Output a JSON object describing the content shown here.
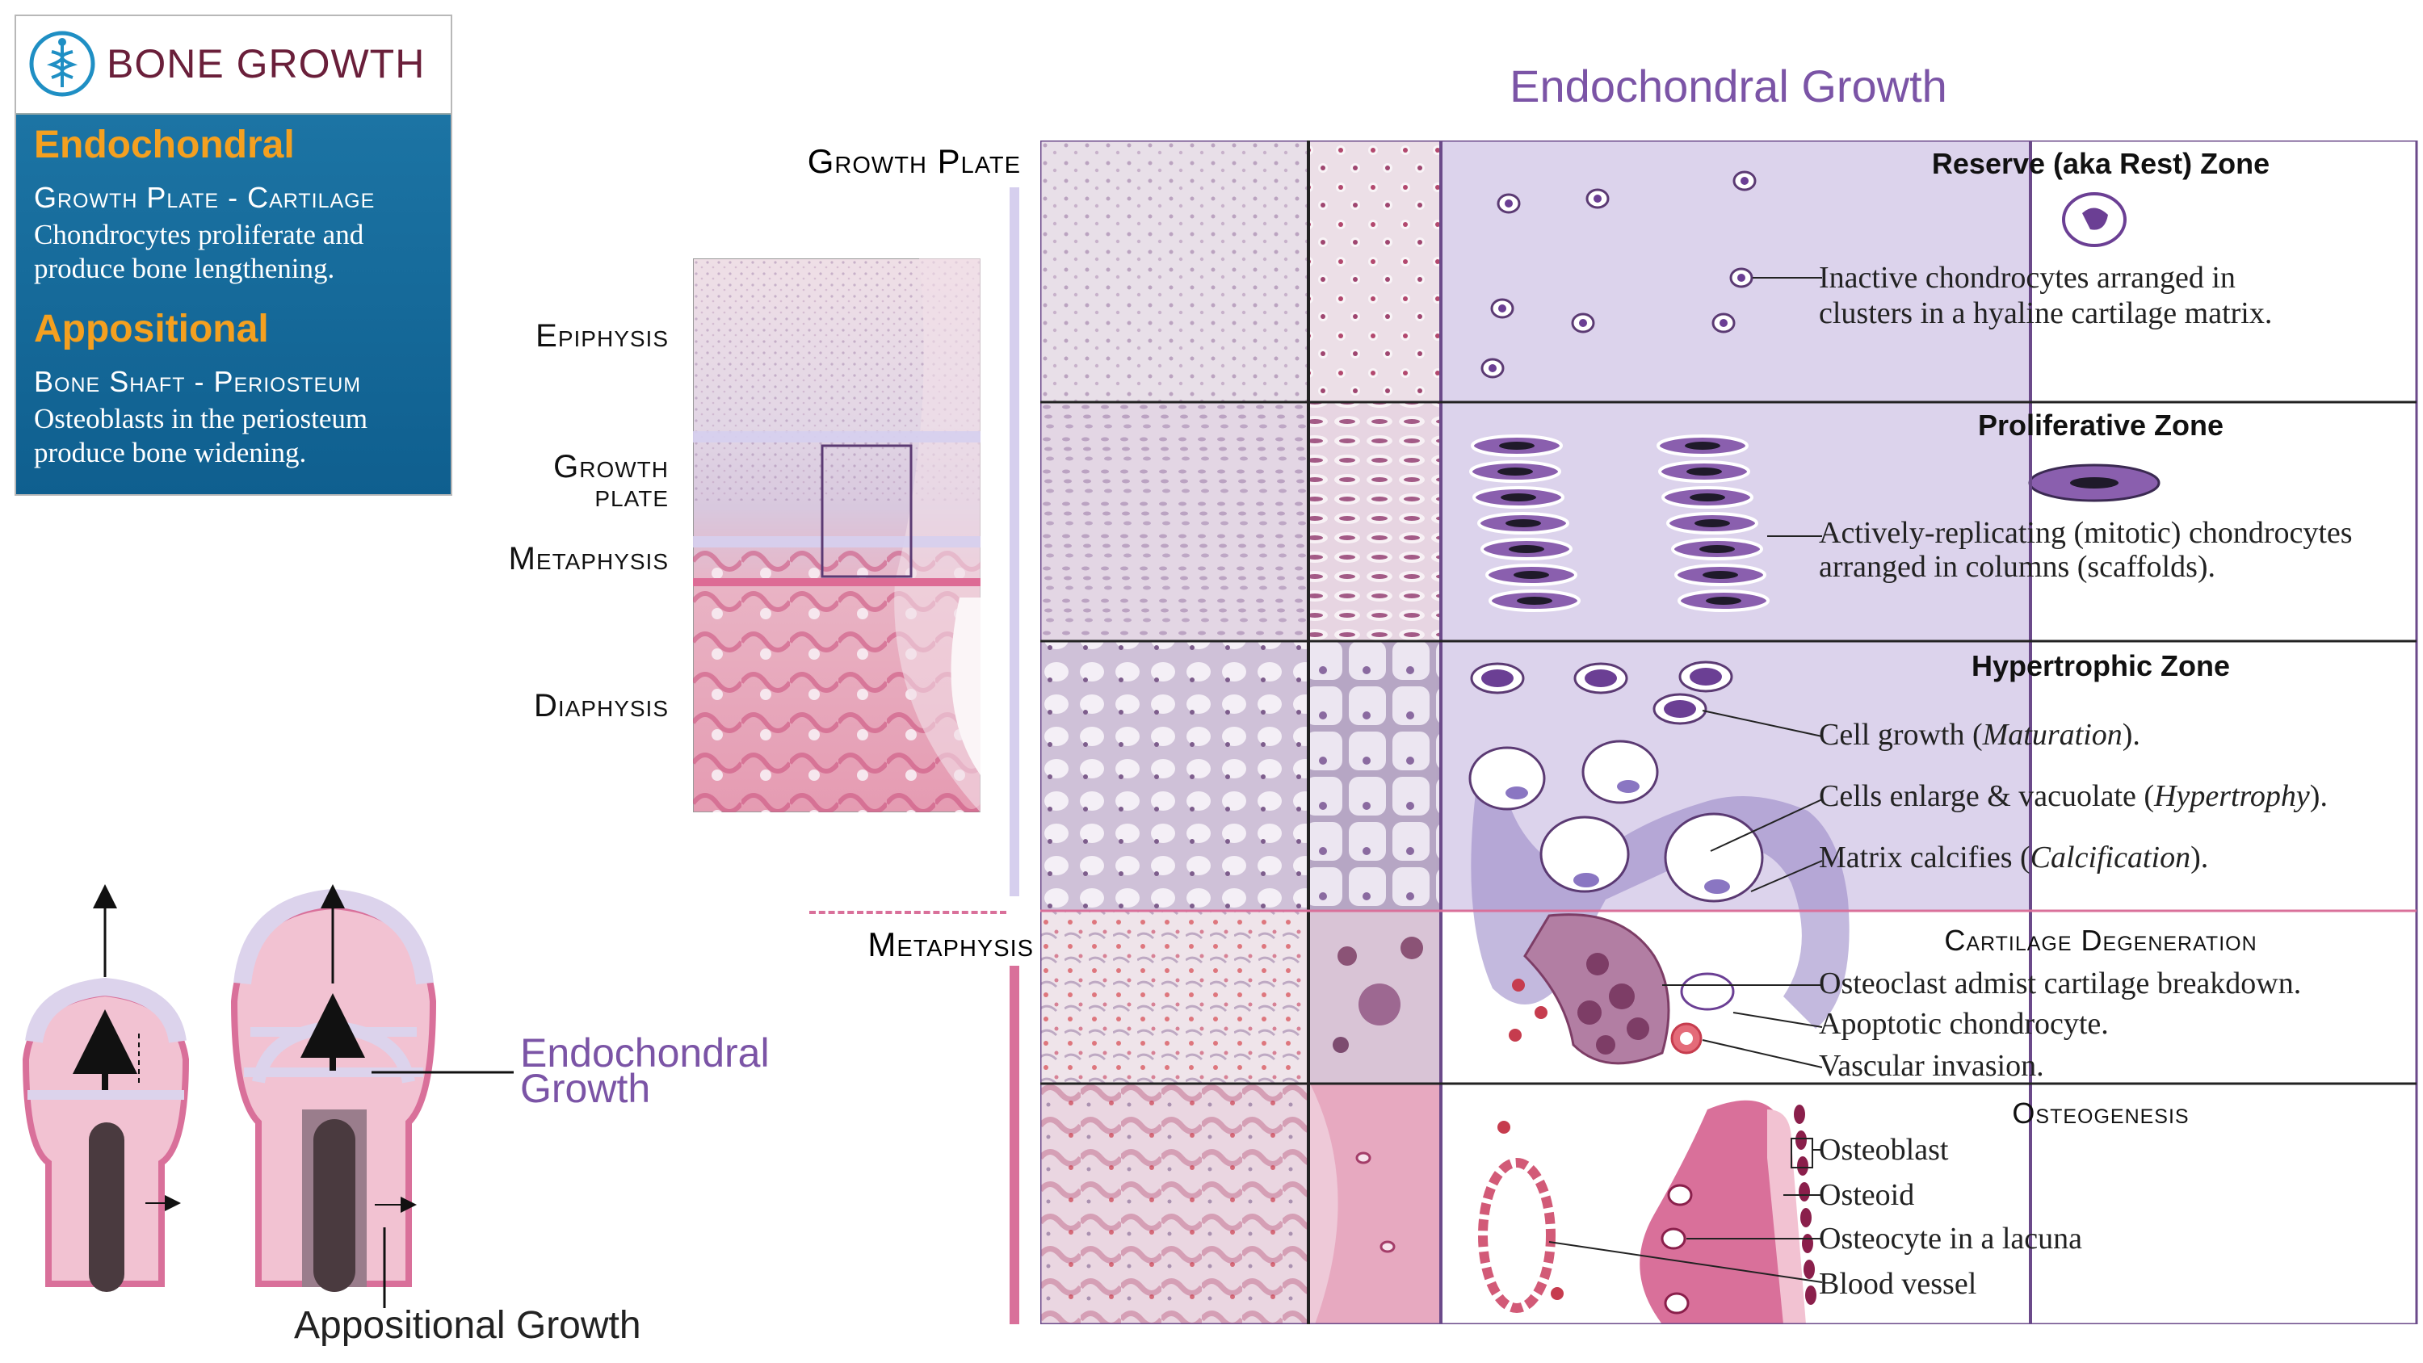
{
  "card": {
    "title": "BONE GROWTH",
    "endo_heading": "Endochondral",
    "endo_sub": "Growth Plate - Cartilage",
    "endo_text": "Chondrocytes proliferate and produce bone lengthening.",
    "appo_heading": "Appositional",
    "appo_sub": "Bone Shaft - Periosteum",
    "appo_text": "Osteoblasts in the periosteum produce bone widening."
  },
  "main_title": "Endochondral Growth",
  "bone_labels": {
    "epiphysis": "Epiphysis",
    "growth_plate_1": "Growth",
    "growth_plate_2": "plate",
    "metaphysis": "Metaphysis",
    "diaphysis": "Diaphysis"
  },
  "column_labels": {
    "growth_plate": "Growth Plate",
    "metaphysis": "Metaphysis"
  },
  "schematic": {
    "endo_label_1": "Endochondral",
    "endo_label_2": "Growth",
    "appo_label": "Appositional Growth"
  },
  "zones": {
    "reserve": {
      "title": "Reserve (aka Rest) Zone",
      "text_1": "Inactive chondrocytes arranged in",
      "text_2": "clusters in a hyaline cartilage matrix."
    },
    "proliferative": {
      "title": "Proliferative Zone",
      "text_1": "Actively-replicating (mitotic) chondrocytes",
      "text_2": "arranged in columns (scaffolds)."
    },
    "hypertrophic": {
      "title": "Hypertrophic Zone",
      "line_1_a": "Cell growth (",
      "line_1_b": "Maturation",
      "line_1_c": ").",
      "line_2_a": "Cells enlarge & vacuolate (",
      "line_2_b": "Hypertrophy",
      "line_2_c": ").",
      "line_3_a": "Matrix calcifies (",
      "line_3_b": "Calcification",
      "line_3_c": ")."
    },
    "degeneration": {
      "title": "Cartilage Degeneration",
      "line_1": "Osteoclast admist cartilage breakdown.",
      "line_2": "Apoptotic chondrocyte.",
      "line_3": "Vascular invasion."
    },
    "osteogenesis": {
      "title": "Osteogenesis",
      "line_1": "Osteoblast",
      "line_2": "Osteoid",
      "line_3": "Osteocyte in a lacuna",
      "line_4": "Blood vessel"
    }
  },
  "colors": {
    "title_purple": "#7b54a6",
    "card_blue": "#136a9b",
    "card_orange": "#f4a020",
    "card_title": "#6a1f3a",
    "zone_lilac": "#dcd3ec",
    "pink": "#d9709a",
    "histo_pink": "#e6b7c6"
  }
}
